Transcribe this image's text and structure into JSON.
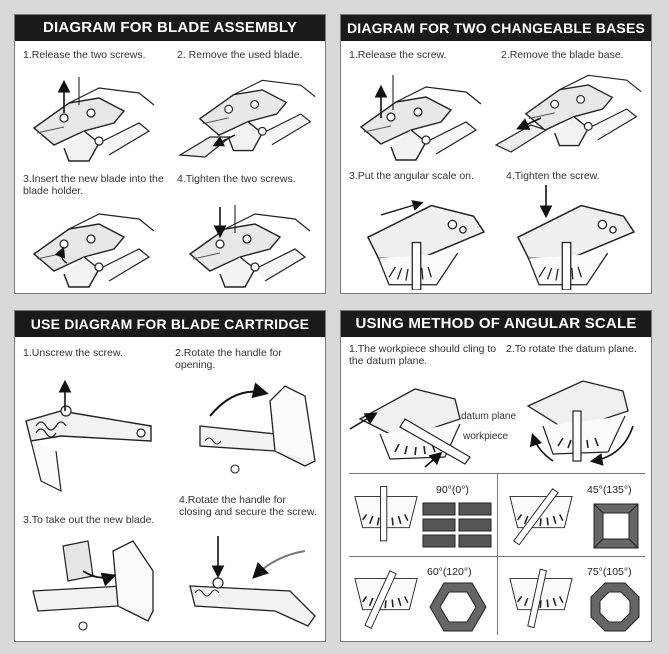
{
  "panels": {
    "blade_assembly": {
      "title": "DIAGRAM FOR BLADE ASSEMBLY",
      "steps": [
        "1.Release the two screws.",
        "2. Remove the used blade.",
        "3.Insert the new blade into the blade holder.",
        "4.Tighten the two screws."
      ]
    },
    "changeable_bases": {
      "title": "DIAGRAM FOR TWO CHANGEABLE BASES",
      "steps": [
        "1.Release the screw.",
        "2.Remove the blade base.",
        "3.Put the angular scale on.",
        "4.Tighten the screw."
      ]
    },
    "blade_cartridge": {
      "title": "USE DIAGRAM FOR BLADE CARTRIDGE",
      "steps": [
        "1.Unscrew the screw.",
        "2.Rotate the handle for opening.",
        "3.To take out the new blade.",
        "4.Rotate the handle for closing and secure the screw."
      ]
    },
    "angular_scale": {
      "title": "USING METHOD OF ANGULAR SCALE",
      "steps": [
        "1.The workpiece should cling to the datum plane.",
        "2.To rotate the datum plane."
      ],
      "labels": {
        "datum_plane": "datum plane",
        "workpiece": "workpiece"
      },
      "angles": [
        "90°(0°)",
        "45°(135°)",
        "60°(120°)",
        "75°(105°)"
      ]
    }
  },
  "colors": {
    "header_bg": "#1a1a1a",
    "header_text": "#ffffff",
    "line": "#222222",
    "page_bg": "#d9d9d9"
  },
  "icons": {
    "tool": "pliers-cutter-icon",
    "arrow": "arrow-icon",
    "screw": "screw-icon",
    "blade": "blade-icon",
    "protractor": "angular-scale-icon"
  }
}
